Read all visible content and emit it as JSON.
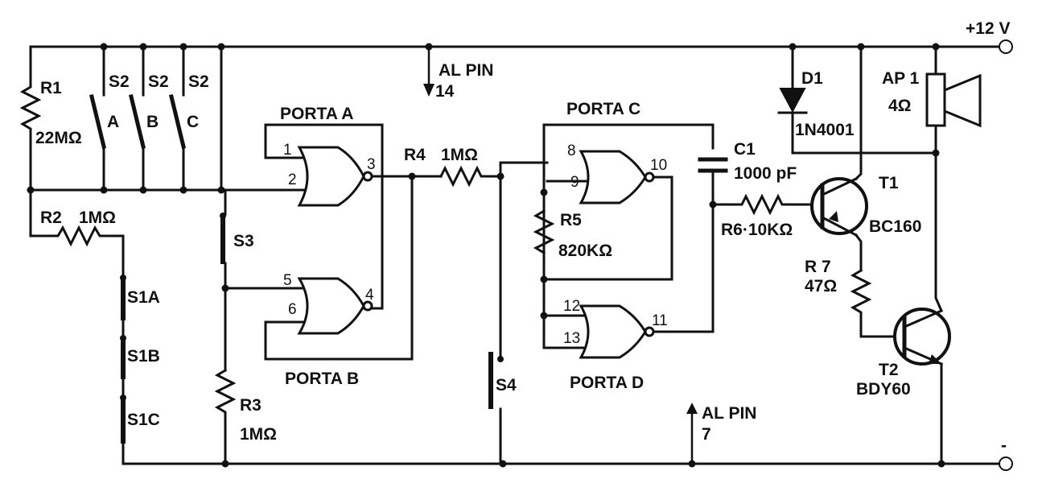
{
  "supply": {
    "positive": "+12 V",
    "negative": "-"
  },
  "notes": {
    "pin14_line1": "AL PIN",
    "pin14_line2": "14",
    "pin7_line1": "AL PIN",
    "pin7_line2": "7"
  },
  "components": {
    "r1": {
      "ref": "R1",
      "value": "22MΩ"
    },
    "r2": {
      "ref": "R2",
      "value": "1MΩ"
    },
    "r3": {
      "ref": "R3",
      "value": "1MΩ"
    },
    "r4": {
      "ref": "R4",
      "value": "1MΩ"
    },
    "r5": {
      "ref": "R5",
      "value": "820KΩ"
    },
    "r6": {
      "ref": "R6·10KΩ"
    },
    "r7": {
      "ref": "R 7",
      "value": "47Ω"
    },
    "c1": {
      "ref": "C1",
      "value": "1000 pF"
    },
    "d1": {
      "ref": "D1",
      "value": "1N4001"
    },
    "ap1": {
      "ref": "AP 1",
      "value": "4Ω"
    },
    "t1": {
      "ref": "T1",
      "value": "BC160"
    },
    "t2": {
      "ref": "T2",
      "value": "BDY60"
    },
    "s2a": {
      "ref": "S2",
      "pole": "A"
    },
    "s2b": {
      "ref": "S2",
      "pole": "B"
    },
    "s2c": {
      "ref": "S2",
      "pole": "C"
    },
    "s3": {
      "ref": "S3"
    },
    "s4": {
      "ref": "S4"
    },
    "s1a": {
      "ref": "S1A"
    },
    "s1b": {
      "ref": "S1B"
    },
    "s1c": {
      "ref": "S1C"
    }
  },
  "gates": {
    "a": {
      "name": "PORTA A",
      "in1": "1",
      "in2": "2",
      "out": "3"
    },
    "b": {
      "name": "PORTA B",
      "in1": "5",
      "in2": "6",
      "out": "4"
    },
    "c": {
      "name": "PORTA C",
      "in1": "8",
      "in2": "9",
      "out": "10"
    },
    "d": {
      "name": "PORTA D",
      "in1": "12",
      "in2": "13",
      "out": "11"
    }
  }
}
